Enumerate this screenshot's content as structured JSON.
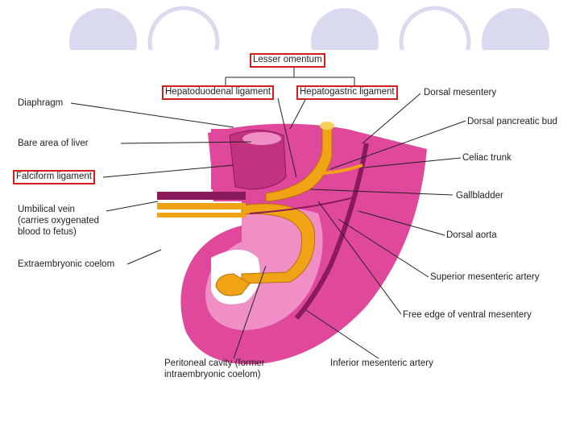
{
  "colors": {
    "accent_circle": "#d9d9f0",
    "tissue_pink": "#e0489c",
    "tissue_light": "#f08fc6",
    "gut_orange": "#f0a314",
    "vessel_purple": "#8a1a5c",
    "highlight_box": "#d11e1e"
  },
  "labels": {
    "lesser_omentum": "Lesser omentum",
    "hepatoduodenal_ligament": "Hepatoduodenal ligament",
    "hepatogastric_ligament": "Hepatogastric ligament",
    "dorsal_mesentery": "Dorsal mesentery",
    "diaphragm": "Diaphragm",
    "dorsal_pancreatic_bud": "Dorsal pancreatic bud",
    "bare_area_of_liver": "Bare area of liver",
    "celiac_trunk": "Celiac trunk",
    "falciform_ligament": "Falciform ligament",
    "gallbladder": "Gallbladder",
    "umbilical_vein_line1": "Umbilical vein",
    "umbilical_vein_line2": "(carries oxygenated",
    "umbilical_vein_line3": "blood to fetus)",
    "dorsal_aorta": "Dorsal aorta",
    "extraembryonic_coelom": "Extraembryonic coelom",
    "superior_mesenteric_artery": "Superior mesenteric artery",
    "free_edge_ventral_mesentery": "Free edge of ventral mesentery",
    "peritoneal_cavity_line1": "Peritoneal cavity (former",
    "peritoneal_cavity_line2": "intraembryonic coelom)",
    "inferior_mesenteric_artery": "Inferior mesenteric artery"
  }
}
